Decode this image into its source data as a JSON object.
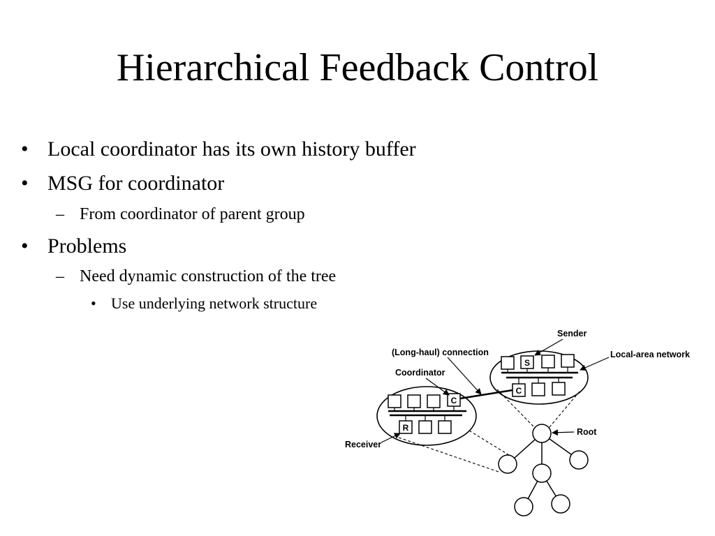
{
  "slide": {
    "title": "Hierarchical Feedback Control",
    "bullet_glyph": "•",
    "dash_glyph": "–",
    "items": [
      {
        "level": 1,
        "text": "Local coordinator has its own history buffer"
      },
      {
        "level": 1,
        "text": "MSG for coordinator"
      },
      {
        "level": 2,
        "text": "From coordinator of parent group"
      },
      {
        "level": 1,
        "text": "Problems"
      },
      {
        "level": 2,
        "text": "Need dynamic construction of the tree"
      },
      {
        "level": 3,
        "text": "Use underlying network structure"
      }
    ]
  },
  "diagram": {
    "labels": {
      "sender": "Sender",
      "long_haul": "(Long-haul) connection",
      "lan": "Local-area network",
      "coordinator": "Coordinator",
      "root": "Root",
      "receiver": "Receiver"
    },
    "box_labels": {
      "sender_box": "S",
      "coordinator_box_right": "C",
      "coordinator_box_left": "C",
      "receiver_box": "R"
    }
  }
}
